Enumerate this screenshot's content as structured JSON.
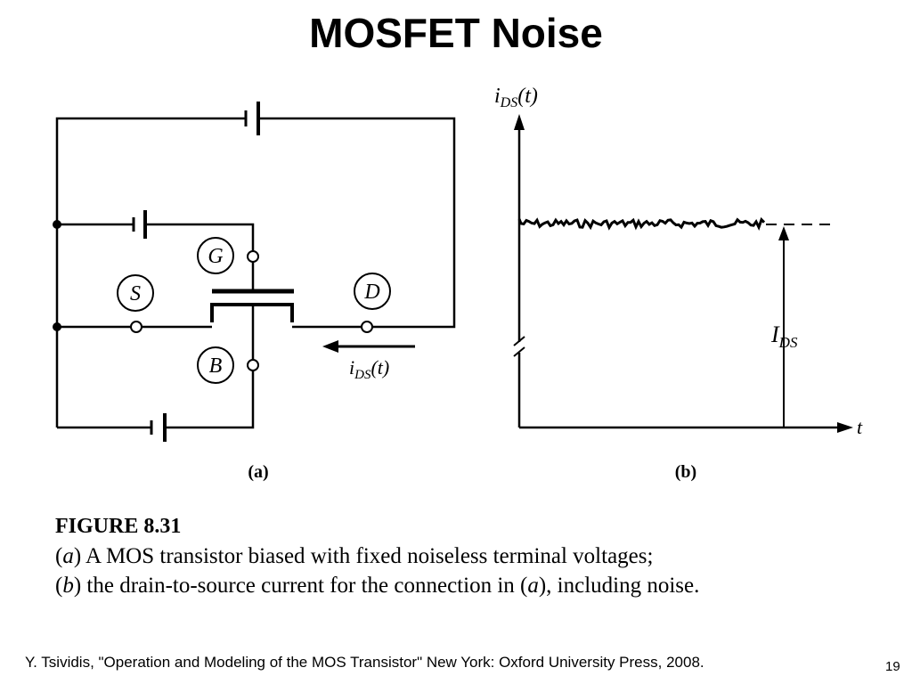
{
  "slide": {
    "title": "MOSFET Noise",
    "citation": "Y. Tsividis, \"Operation and Modeling of the MOS Transistor\" New York: Oxford University Press, 2008.",
    "page_number": "19"
  },
  "circuit": {
    "terminals": {
      "gate": "G",
      "source": "S",
      "drain": "D",
      "bulk": "B"
    },
    "current_label": {
      "symbol": "i",
      "subscript": "DS",
      "arg": "(t)"
    },
    "panel_label": "(a)"
  },
  "graph": {
    "y_label": {
      "symbol": "i",
      "subscript": "DS",
      "arg": "(t)"
    },
    "x_label": "t",
    "dc_label": {
      "symbol": "I",
      "subscript": "DS"
    },
    "panel_label": "(b)"
  },
  "caption": {
    "figure": "FIGURE 8.31",
    "line_a_tag": "a",
    "line_a_text": " A MOS transistor biased with fixed noiseless terminal voltages;",
    "line_b_tag": "b",
    "line_b_text_1": " the drain-to-source current for the connection in (",
    "line_b_tag_2": "a",
    "line_b_text_2": "), including noise."
  },
  "colors": {
    "ink": "#000000",
    "background": "#ffffff"
  }
}
